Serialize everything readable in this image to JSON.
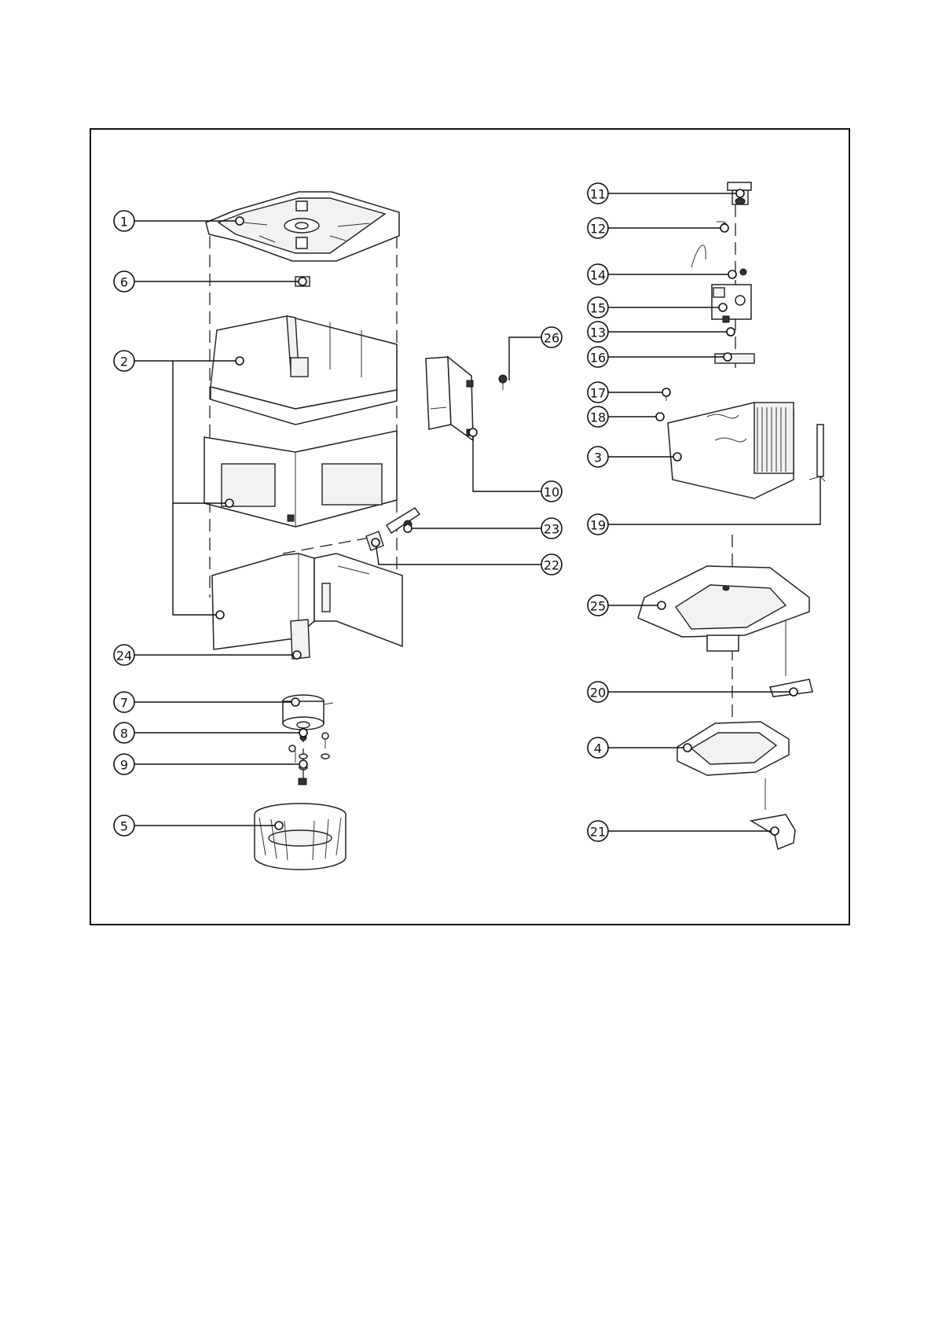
{
  "diagram": {
    "frame_color": "#111111",
    "callouts": [
      "1",
      "2",
      "3",
      "4",
      "5",
      "6",
      "7",
      "8",
      "9",
      "10",
      "11",
      "12",
      "13",
      "14",
      "15",
      "16",
      "17",
      "18",
      "19",
      "20",
      "21",
      "22",
      "23",
      "24",
      "25",
      "26"
    ]
  }
}
